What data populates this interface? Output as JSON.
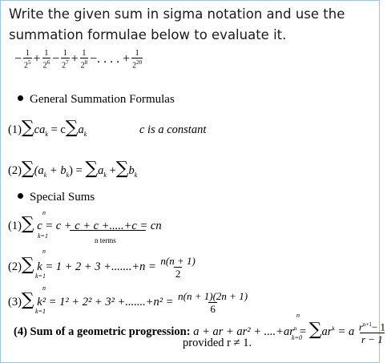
{
  "prompt": {
    "line1": "Write the given sum in sigma notation and use the",
    "line2": "summation formulae below to evaluate it."
  },
  "series": {
    "terms": [
      {
        "sign": "−",
        "num": "1",
        "base": "2",
        "exp": "5"
      },
      {
        "sign": "+",
        "num": "1",
        "base": "2",
        "exp": "6"
      },
      {
        "sign": "−",
        "num": "1",
        "base": "2",
        "exp": "7"
      },
      {
        "sign": "+",
        "num": "1",
        "base": "2",
        "exp": "8"
      }
    ],
    "ellipsis": "−. . . . +",
    "last": {
      "num": "1",
      "base": "2",
      "exp": "20"
    }
  },
  "general": {
    "heading": "General Summation Formulas",
    "f1_label": "(1)",
    "f1_lhs": "ca",
    "f1_mid": "= c",
    "f1_rhs": "a",
    "f1_note": "c is a constant",
    "f2_label": "(2)",
    "f2_lhs": "(a",
    "f2_lhs2": "+ b",
    "f2_mid": ") =",
    "f2_rhs1": "a",
    "f2_plus": "+",
    "f2_rhs2": "b"
  },
  "special": {
    "heading": "Special Sums",
    "s1_label": "(1)",
    "s1_expr": "c = c + c + c +.....+c = cn",
    "s1_under": "n terms",
    "s2_label": "(2)",
    "s2_expr": "k = 1 + 2 + 3 +.......+n =",
    "s2_num": "n(n + 1)",
    "s2_den": "2",
    "s3_label": "(3)",
    "s3_expr": "k² = 1² + 2² + 3² +.......+n² =",
    "s3_num": "n(n + 1)(2n + 1)",
    "s3_den": "6",
    "s4_label": "(4) Sum of a geometric progression:",
    "s4_expr": "a + ar + ar² + ....+ar",
    "s4_exp": "n",
    "s4_eq": "=",
    "s4_rhs": "ar",
    "s4_rhs_exp": "k",
    "s4_eq2": "= a",
    "s4_num": "r",
    "s4_num_exp": "n+1",
    "s4_num_tail": "− 1",
    "s4_den": "r − 1",
    "s4_cond": "provided r ≠ 1."
  },
  "limits": {
    "upper_n": "n",
    "lower_k1": "k=1",
    "lower_k0": "k=0",
    "sub_k": "k"
  }
}
